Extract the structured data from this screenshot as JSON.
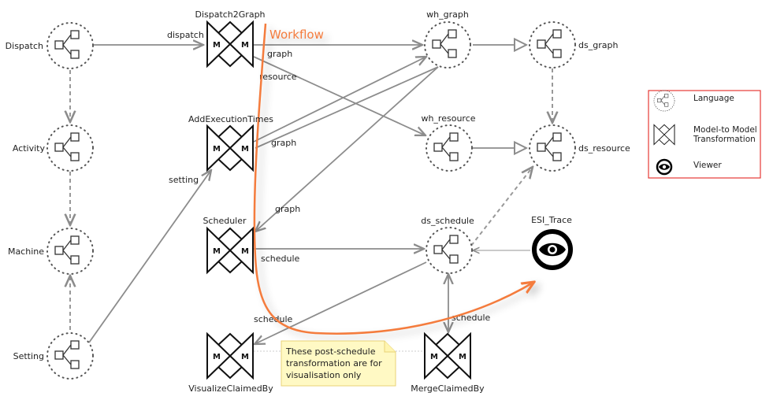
{
  "diagram": {
    "languages": [
      {
        "id": "dispatch",
        "label": "Dispatch"
      },
      {
        "id": "activity",
        "label": "Activity"
      },
      {
        "id": "machine",
        "label": "Machine"
      },
      {
        "id": "setting",
        "label": "Setting"
      },
      {
        "id": "wh_graph",
        "label": "wh_graph"
      },
      {
        "id": "wh_resource",
        "label": "wh_resource"
      },
      {
        "id": "ds_graph",
        "label": "ds_graph"
      },
      {
        "id": "ds_resource",
        "label": "ds_resource"
      },
      {
        "id": "ds_schedule",
        "label": "ds_schedule"
      }
    ],
    "transformations": [
      {
        "id": "dispatch2graph",
        "label": "Dispatch2Graph",
        "glyph": "M"
      },
      {
        "id": "addexecutiontimes",
        "label": "AddExecutionTimes",
        "glyph": "M"
      },
      {
        "id": "scheduler",
        "label": "Scheduler",
        "glyph": "M"
      },
      {
        "id": "visualizeclaimedby",
        "label": "VisualizeClaimedBy",
        "glyph": "M"
      },
      {
        "id": "mergeclaimedby",
        "label": "MergeClaimedBy",
        "glyph": "M"
      }
    ],
    "viewers": [
      {
        "id": "esi_trace",
        "label": "ESI_Trace"
      }
    ],
    "edges": [
      {
        "from": "dispatch",
        "to": "dispatch2graph",
        "label": "dispatch",
        "style": "solid"
      },
      {
        "from": "dispatch2graph",
        "to": "wh_graph",
        "label": "graph",
        "style": "solid"
      },
      {
        "from": "dispatch2graph",
        "to": "wh_resource",
        "label": "resource",
        "style": "solid"
      },
      {
        "from": "wh_graph",
        "to": "ds_graph",
        "label": "",
        "style": "hollow-arrow"
      },
      {
        "from": "wh_resource",
        "to": "ds_resource",
        "label": "",
        "style": "hollow-arrow"
      },
      {
        "from": "ds_graph",
        "to": "ds_resource",
        "label": "",
        "style": "dashed"
      },
      {
        "from": "wh_graph",
        "to": "addexecutiontimes",
        "label": "graph",
        "style": "solid"
      },
      {
        "from": "addexecutiontimes",
        "to": "wh_graph",
        "label": "",
        "style": "solid"
      },
      {
        "from": "setting",
        "to": "addexecutiontimes",
        "label": "setting",
        "style": "solid"
      },
      {
        "from": "wh_graph",
        "to": "scheduler",
        "label": "graph",
        "style": "solid"
      },
      {
        "from": "scheduler",
        "to": "ds_schedule",
        "label": "schedule",
        "style": "solid"
      },
      {
        "from": "ds_schedule",
        "to": "visualizeclaimedby",
        "label": "schedule",
        "style": "solid"
      },
      {
        "from": "ds_schedule",
        "to": "mergeclaimedby",
        "label": "schedule",
        "style": "bidirectional"
      },
      {
        "from": "ds_schedule",
        "to": "ds_resource",
        "label": "",
        "style": "dashed"
      },
      {
        "from": "esi_trace",
        "to": "ds_schedule",
        "label": "",
        "style": "thin"
      },
      {
        "from": "dispatch",
        "to": "activity",
        "label": "",
        "style": "dashed"
      },
      {
        "from": "activity",
        "to": "machine",
        "label": "",
        "style": "dashed"
      },
      {
        "from": "setting",
        "to": "machine",
        "label": "",
        "style": "dashed"
      }
    ],
    "workflow_label": "Workflow",
    "note": {
      "lines": [
        "These post-schedule",
        "transformation are for",
        "visualisation only"
      ]
    },
    "colors": {
      "workflow": "#f47b3e",
      "edge": "#8c8c8c",
      "note_fill": "#fff9c4",
      "note_border": "#e8d277",
      "legend_border": "#e53935"
    }
  },
  "legend": {
    "items": [
      {
        "icon": "language-icon",
        "label": "Language"
      },
      {
        "icon": "transformation-icon",
        "label_line1": "Model-to Model",
        "label_line2": "Transformation"
      },
      {
        "icon": "viewer-icon",
        "label": "Viewer"
      }
    ]
  }
}
